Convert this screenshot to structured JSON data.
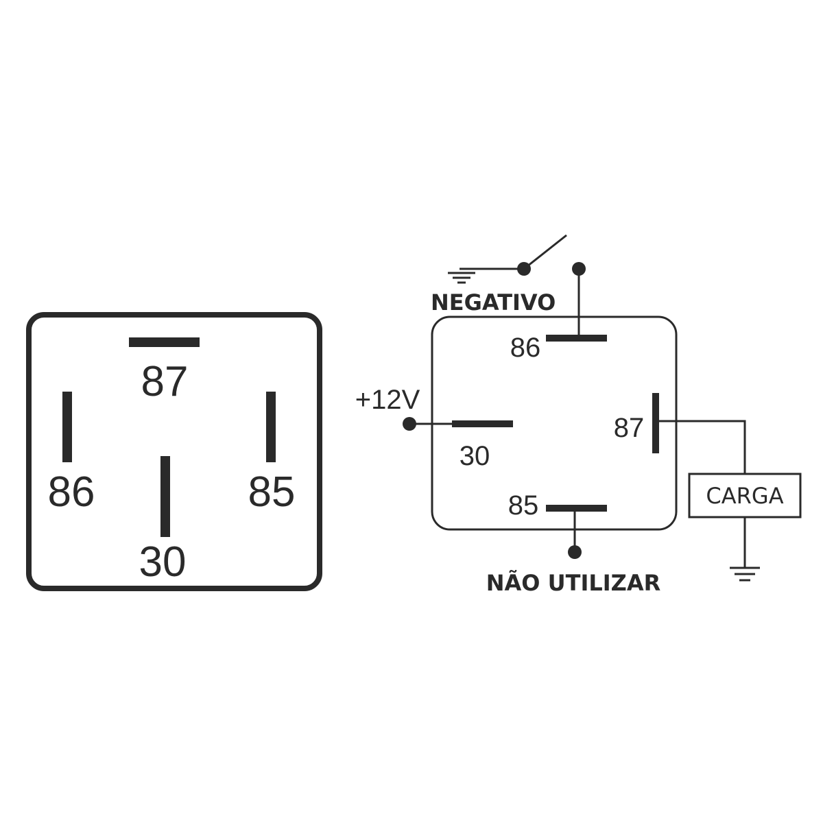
{
  "relay_face": {
    "pins": {
      "p87": "87",
      "p86": "86",
      "p85": "85",
      "p30": "30"
    }
  },
  "wiring": {
    "pins": {
      "p86": "86",
      "p87": "87",
      "p30": "30",
      "p85": "85"
    },
    "labels": {
      "negative": "NEGATIVO",
      "supply": "+12V",
      "load": "CARGA",
      "unused": "NÃO UTILIZAR"
    }
  }
}
